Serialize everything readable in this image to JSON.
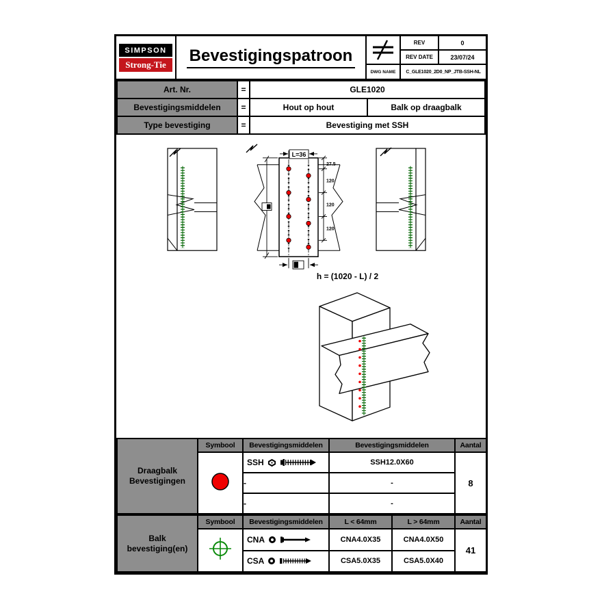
{
  "titleblock": {
    "logo": {
      "line1": "SIMPSON",
      "line2": "Strong-Tie"
    },
    "title": "Bevestigingspatroon",
    "rev": {
      "label": "REV",
      "value": "0"
    },
    "rev_date": {
      "label": "REV DATE",
      "value": "23/07/24"
    },
    "dwg": {
      "label": "DWG NAME",
      "value": "C_GLE1020_2D0_NP_JTB-SSH-NL"
    }
  },
  "info": {
    "art": {
      "label": "Art. Nr.",
      "eq": "=",
      "value": "GLE1020"
    },
    "middelen": {
      "label": "Bevestigingsmiddelen",
      "eq": "=",
      "value1": "Hout op hout",
      "value2": "Balk op draagbalk"
    },
    "type": {
      "label": "Type bevestiging",
      "eq": "=",
      "value": "Bevestiging met SSH"
    }
  },
  "drawing": {
    "dim_top": "L=36",
    "dim_offset": "27.5",
    "dim_spacings": [
      "120",
      "120",
      "120"
    ],
    "formula": "h = (1020 - L) / 2"
  },
  "table_draagbalk": {
    "label": "Draagbalk Bevestigingen",
    "headers": {
      "symbool": "Symbool",
      "middelen": "Bevestigingsmiddelen",
      "middelen2": "Bevestigingsmiddelen",
      "aantal": "Aantal"
    },
    "rows": [
      {
        "name": "SSH",
        "spec": "SSH12.0X60"
      },
      {
        "name": "-",
        "spec": "-"
      },
      {
        "name": "-",
        "spec": "-"
      }
    ],
    "aantal": "8"
  },
  "table_balk": {
    "label": "Balk bevestiging(en)",
    "headers": {
      "symbool": "Symbool",
      "middelen": "Bevestigingsmiddelen",
      "short": "L < 64mm",
      "long": "L > 64mm",
      "aantal": "Aantal"
    },
    "rows": [
      {
        "name": "CNA",
        "spec_short": "CNA4.0X35",
        "spec_long": "CNA4.0X50"
      },
      {
        "name": "CSA",
        "spec_short": "CSA5.0X35",
        "spec_long": "CSA5.0X40"
      }
    ],
    "aantal": "41"
  },
  "colors": {
    "ssh_symbol_red": "#f00000",
    "nail_symbol_green": "#0a8a0a",
    "screw_green": "#006400",
    "logo_red": "#c4161c",
    "header_gray": "#8e8e8e"
  }
}
